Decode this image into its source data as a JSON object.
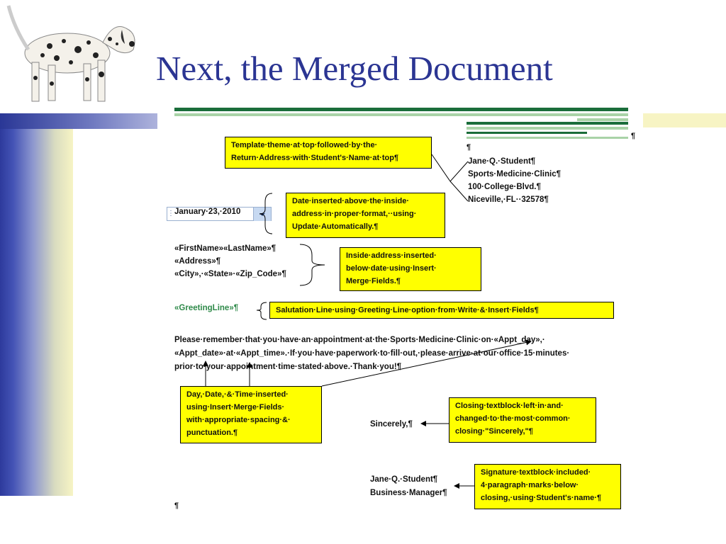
{
  "slide": {
    "title": "Next, the Merged Document"
  },
  "letter": {
    "return_address": [
      "Jane·Q.·Student¶",
      "Sports·Medicine·Clinic¶",
      "100·College·Blvd.¶",
      "Niceville,·FL··32578¶"
    ],
    "date": "January·23,·2010",
    "inside_address": [
      "«FirstName»«LastName»¶",
      "«Address»¶",
      "«City»,·«State»·«Zip_Code»¶"
    ],
    "greeting": "«GreetingLine»¶",
    "body": [
      "Please·remember·that·you·have·an·appointment·at·the·Sports·Medicine·Clinic·on·«Appt_day»,·",
      "«Appt_date»·at·«Appt_time».·If·you·have·paperwork·to·fill·out,·please·arrive·at·our·office·15·minutes·",
      "prior·to·your·appointment·time·stated·above.·Thank·you!¶"
    ],
    "closing": "Sincerely,¶",
    "signature": [
      "Jane·Q.·Student¶",
      "Business·Manager¶"
    ],
    "pilcrow": "¶"
  },
  "callouts": {
    "template": [
      "Template·theme·at·top·followed·by·the·",
      "Return·Address·with·Student's·Name·at·top¶"
    ],
    "date": [
      "Date·inserted·above·the·inside·",
      "address·in·proper·format,··using·",
      "Update·Automatically.¶"
    ],
    "inside": [
      "Inside·address·inserted·",
      "below·date·using·Insert·",
      "Merge·Fields.¶"
    ],
    "salutation": "Salutation·Line·using·Greeting·Line·option·from·Write·&·Insert·Fields¶",
    "daydate": [
      "Day,·Date,·&·Time·inserted·",
      "using·Insert·Merge·Fields·",
      "with·appropriate·spacing·&·",
      "punctuation.¶"
    ],
    "closing": [
      "Closing·textblock·left·in·and·",
      "changed·to·the·most·common·",
      "closing·\"Sincerely,\"¶"
    ],
    "signature": [
      "Signature·textblock·included·",
      "4·paragraph·marks·below·",
      "closing,·using·Student's·name·¶"
    ]
  },
  "colors": {
    "title": "#2b3593",
    "callout": "#ffff00",
    "greeting": "#2f8a4a",
    "rule": "#1a6d3a"
  },
  "icons": {
    "dog": "dalmatian-image",
    "dropdown": "chevron-down-icon"
  }
}
